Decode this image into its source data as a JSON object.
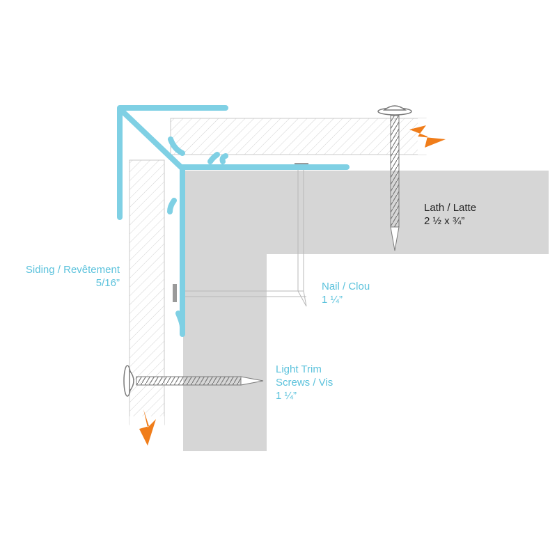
{
  "colors": {
    "trim": "#7fd0e4",
    "label_blue": "#5bc2dc",
    "label_dark": "#222222",
    "block_gray": "#d6d6d6",
    "hatch": "#cfcfcf",
    "break_marker": "#f07d1a",
    "screw": "#8a8a8a"
  },
  "labels": {
    "lath": {
      "line1": "Lath / Latte",
      "line2": "2 ½ x ¾”"
    },
    "siding": {
      "line1": "Siding / Revêtement",
      "line2": "5/16”"
    },
    "nail": {
      "line1": "Nail / Clou",
      "line2": "1 ¼”"
    },
    "screws": {
      "line1": "Light Trim",
      "line2": "Screws / Vis",
      "line3": "1 ¼”"
    }
  }
}
